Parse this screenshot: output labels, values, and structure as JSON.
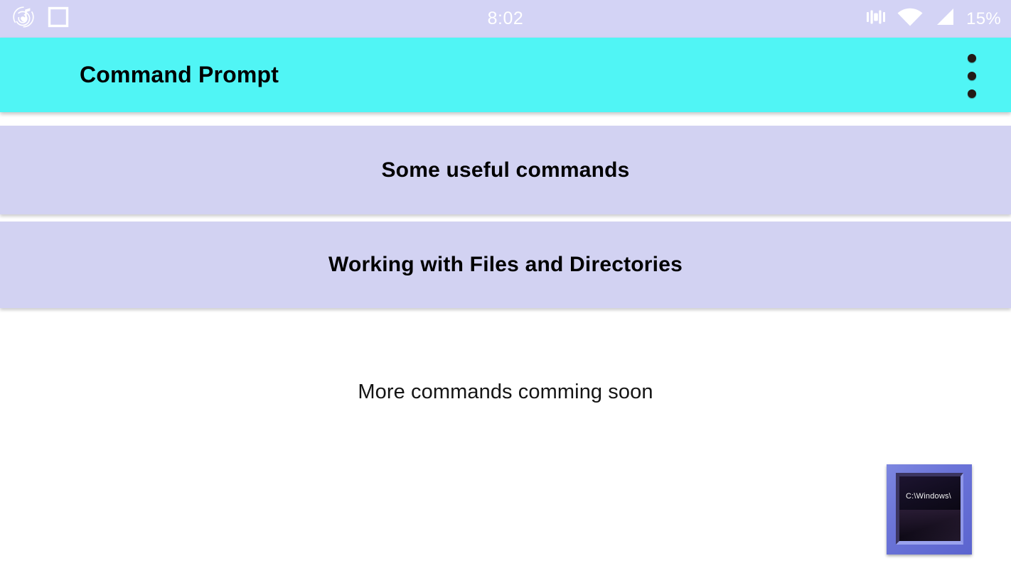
{
  "status_bar": {
    "clock": "8:02",
    "battery": "15%",
    "left_icons": [
      {
        "name": "music-record-icon"
      },
      {
        "name": "square-stop-icon"
      }
    ],
    "right_icons": [
      {
        "name": "vibrate-icon"
      },
      {
        "name": "wifi-icon"
      },
      {
        "name": "cellular-signal-icon"
      }
    ],
    "background_color": "#d3d3f5",
    "foreground_color": "#ffffff"
  },
  "app_bar": {
    "title": "Command Prompt",
    "overflow_menu_name": "overflow-menu-button",
    "background_color": "#50f5f5",
    "title_color": "#000000"
  },
  "main": {
    "cards": [
      {
        "label": "Some useful commands"
      },
      {
        "label": "Working with Files and Directories"
      }
    ],
    "card_background_color": "#d2d2f2",
    "footer_text": "More commands comming soon"
  },
  "cmd_icon": {
    "label": "C:\\Windows\\",
    "frame_color": "#6b74d8",
    "screen_color": "#120d20"
  }
}
